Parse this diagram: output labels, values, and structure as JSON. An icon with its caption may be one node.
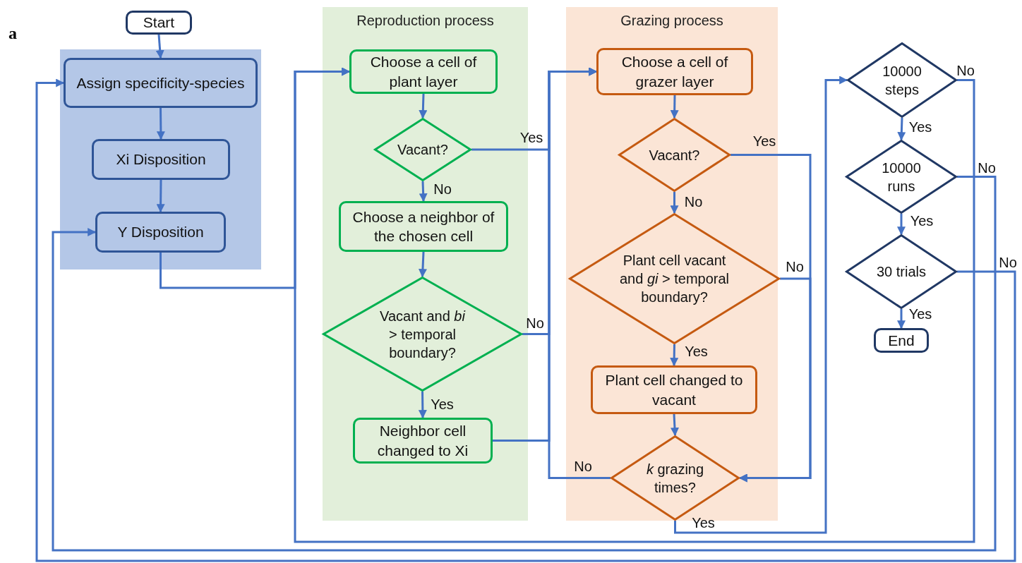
{
  "diagram": {
    "nodes": [
      {
        "text": [
          "Start"
        ]
      },
      {
        "text": [],
        "shape": "box"
      },
      {
        "text": [
          "Assign specificity-species"
        ],
        "in": 1
      },
      {
        "text": [
          "Xi Disposition"
        ],
        "in": 1
      },
      {
        "text": [
          "Y Disposition"
        ],
        "in": 1
      },
      {
        "text": [
          "Reproduction process"
        ]
      },
      {
        "text": [
          "Choose a cell of plant layer"
        ],
        "in": 5
      },
      {
        "text": [
          "Vacant?"
        ],
        "in": 5
      },
      {
        "text": [
          "Choose a neighbor of the chosen cell"
        ],
        "in": 5
      },
      {
        "text": [
          "Vacant and *bi* > temporal boundary?"
        ],
        "in": 5
      },
      {
        "text": [
          "Neighbor cell changed to Xi"
        ],
        "in": 5
      },
      {
        "text": [
          "Grazing process"
        ]
      },
      {
        "text": [
          "Choose a cell of grazer layer"
        ],
        "in": 11
      },
      {
        "text": [
          "Vacant?"
        ],
        "in": 11
      },
      {
        "text": [
          "Plant cell vacant and *gi* > temporal boundary?"
        ],
        "in": 11
      },
      {
        "text": [
          "Plant cell changed to vacant"
        ],
        "in": 11
      },
      {
        "text": [
          "*k* grazing times?"
        ],
        "in": 11
      },
      {
        "text": [
          "10000 steps"
        ]
      },
      {
        "text": [
          "10000 runs"
        ]
      },
      {
        "text": [
          "30 trials"
        ]
      },
      {
        "text": [
          "End"
        ]
      }
    ],
    "edges": [
      {
        "from": 0,
        "to": 2,
        "arrow": "to"
      },
      {
        "from": 2,
        "to": 3,
        "arrow": "to"
      },
      {
        "from": 3,
        "to": 4,
        "arrow": "to"
      },
      {
        "from": 4,
        "to": 6,
        "arrow": "to"
      },
      {
        "from": 6,
        "to": 7,
        "arrow": "to"
      },
      {
        "from": 7,
        "to": 8,
        "arrow": "to",
        "label": "No"
      },
      {
        "from": 8,
        "to": 9,
        "arrow": "to"
      },
      {
        "from": 9,
        "to": 10,
        "arrow": "to",
        "label": "Yes"
      },
      {
        "from": 7,
        "to": 12,
        "arrow": "to",
        "label": "Yes"
      },
      {
        "from": 9,
        "to": 12,
        "arrow": "to",
        "label": "No"
      },
      {
        "from": 10,
        "to": 12,
        "arrow": "to"
      },
      {
        "from": 16,
        "to": 12,
        "arrow": "to",
        "label": "No"
      },
      {
        "from": 12,
        "to": 13,
        "arrow": "to"
      },
      {
        "from": 13,
        "to": 14,
        "arrow": "to",
        "label": "No"
      },
      {
        "from": 14,
        "to": 15,
        "arrow": "to",
        "label": "Yes"
      },
      {
        "from": 15,
        "to": 16,
        "arrow": "to"
      },
      {
        "from": 13,
        "to": 16,
        "arrow": "to",
        "label": "Yes"
      },
      {
        "from": 14,
        "to": 16,
        "arrow": "to",
        "label": "No"
      },
      {
        "from": 16,
        "to": 17,
        "arrow": "to",
        "label": "Yes"
      },
      {
        "from": 17,
        "to": 18,
        "arrow": "to",
        "label": "Yes"
      },
      {
        "from": 18,
        "to": 19,
        "arrow": "to",
        "label": "Yes"
      },
      {
        "from": 19,
        "to": 20,
        "arrow": "to",
        "label": "Yes"
      },
      {
        "from": 17,
        "to": 6,
        "arrow": "to",
        "label": "No"
      },
      {
        "from": 18,
        "to": 4,
        "arrow": "to",
        "label": "No"
      },
      {
        "from": 19,
        "to": 2,
        "arrow": "to",
        "label": "No"
      }
    ],
    "labels": [
      "a"
    ]
  }
}
